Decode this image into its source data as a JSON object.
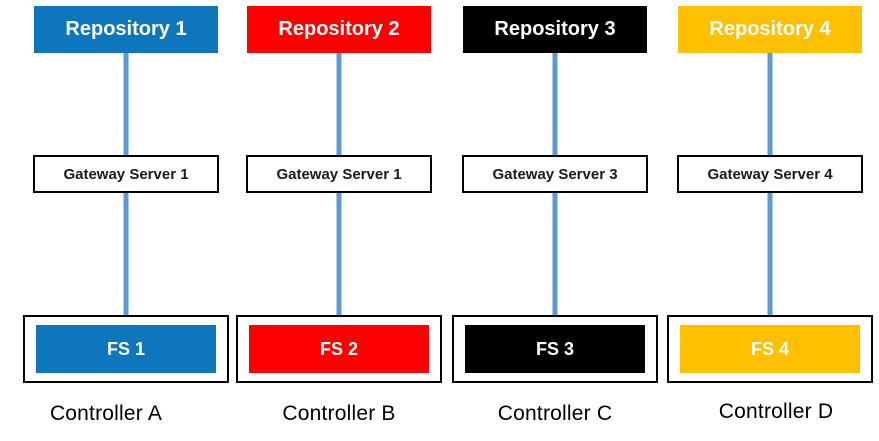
{
  "diagram": {
    "connector_color": "#5B9BD5",
    "box_border_color": "#000000",
    "columns": [
      {
        "repository_label": "Repository 1",
        "repository_color": "#0E76BC",
        "gateway_label": "Gateway Server 1",
        "fs_label": "FS 1",
        "fs_color": "#0E76BC",
        "controller_label": "Controller A"
      },
      {
        "repository_label": "Repository 2",
        "repository_color": "#FF0000",
        "gateway_label": "Gateway Server 1",
        "fs_label": "FS 2",
        "fs_color": "#FF0000",
        "controller_label": "Controller B"
      },
      {
        "repository_label": "Repository 3",
        "repository_color": "#000000",
        "gateway_label": "Gateway Server 3",
        "fs_label": "FS 3",
        "fs_color": "#000000",
        "controller_label": "Controller C"
      },
      {
        "repository_label": "Repository 4",
        "repository_color": "#FFC000",
        "gateway_label": "Gateway Server 4",
        "fs_label": "FS 4",
        "fs_color": "#FFC000",
        "controller_label": "Controller D"
      }
    ]
  }
}
